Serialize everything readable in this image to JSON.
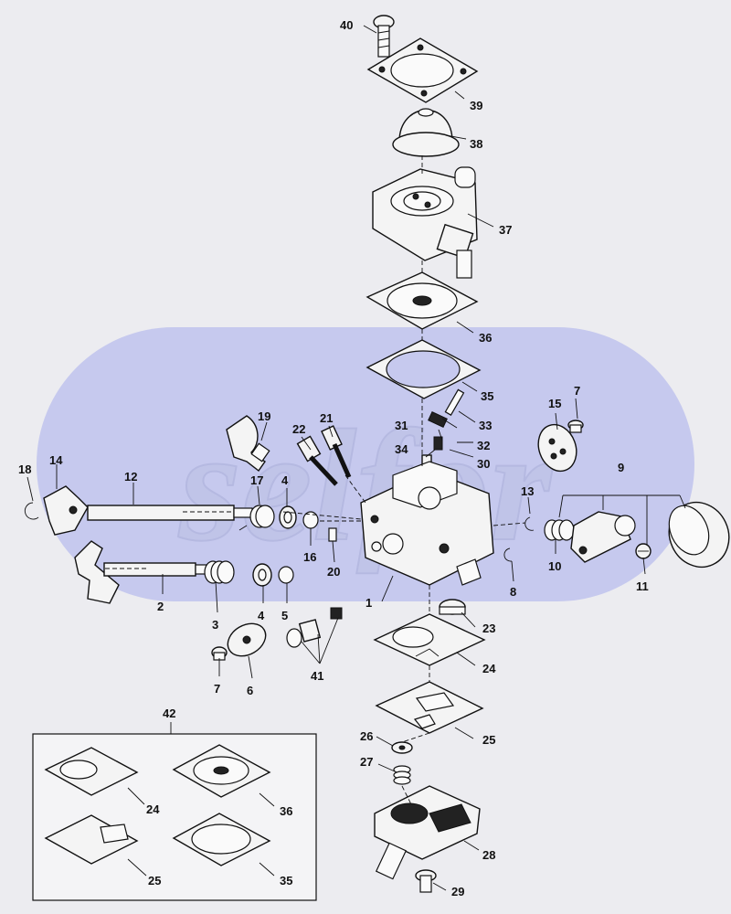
{
  "watermark": {
    "text": "selfor",
    "color": "#c6c9ee"
  },
  "kit_label": "42",
  "parts": [
    {
      "label": "40"
    },
    {
      "label": "39"
    },
    {
      "label": "38"
    },
    {
      "label": "37"
    },
    {
      "label": "36"
    },
    {
      "label": "35"
    },
    {
      "label": "33"
    },
    {
      "label": "32"
    },
    {
      "label": "31"
    },
    {
      "label": "34"
    },
    {
      "label": "30"
    },
    {
      "label": "19"
    },
    {
      "label": "22"
    },
    {
      "label": "21"
    },
    {
      "label": "15"
    },
    {
      "label": "7"
    },
    {
      "label": "14"
    },
    {
      "label": "18"
    },
    {
      "label": "12"
    },
    {
      "label": "17"
    },
    {
      "label": "4"
    },
    {
      "label": "16"
    },
    {
      "label": "20"
    },
    {
      "label": "13"
    },
    {
      "label": "9"
    },
    {
      "label": "10"
    },
    {
      "label": "11"
    },
    {
      "label": "8"
    },
    {
      "label": "1"
    },
    {
      "label": "2"
    },
    {
      "label": "3"
    },
    {
      "label": "4"
    },
    {
      "label": "5"
    },
    {
      "label": "23"
    },
    {
      "label": "24"
    },
    {
      "label": "41"
    },
    {
      "label": "7"
    },
    {
      "label": "6"
    },
    {
      "label": "25"
    },
    {
      "label": "26"
    },
    {
      "label": "27"
    },
    {
      "label": "28"
    },
    {
      "label": "29"
    },
    {
      "label": "24"
    },
    {
      "label": "36"
    },
    {
      "label": "25"
    },
    {
      "label": "35"
    }
  ]
}
